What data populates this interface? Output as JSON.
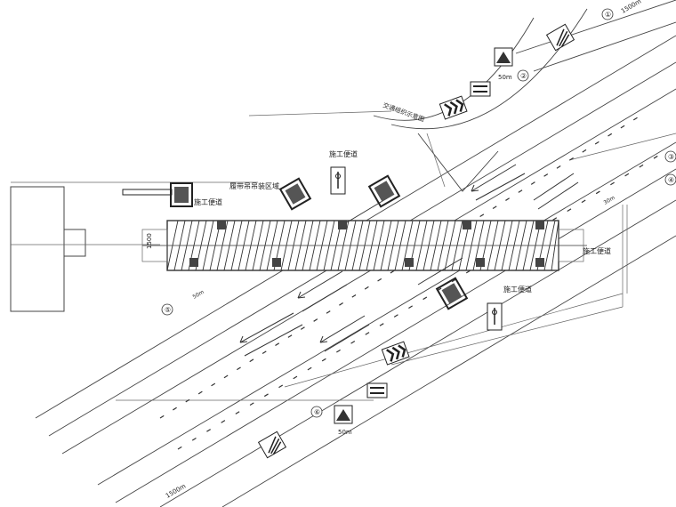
{
  "labels": {
    "construction_area_north": "施工便道",
    "construction_area_west": "施工便道",
    "construction_area_east": "施工便道",
    "construction_area_south": "施工便道",
    "lifting_zone": "履带吊吊装区域",
    "traffic_plan_note": "交通组织示意图",
    "dim_vertical": "1500",
    "dim_1500_top": "1500m",
    "dim_1500_bottom": "1500m",
    "sign_50m_top": "50m",
    "sign_50m_bottom": "50m",
    "dim_50_label": "50m",
    "dim_30_label": "30m",
    "node_1": "①",
    "node_2": "②",
    "node_3": "③",
    "node_4": "④",
    "node_5": "⑤",
    "node_6": "⑥"
  },
  "colors": {
    "line": "#444444",
    "hatch": "#333333",
    "background": "#ffffff"
  },
  "icons": [
    "warning-triangle-sign",
    "chevron-sign",
    "roadwork-sign",
    "crane-icon",
    "north-arrow-sign"
  ]
}
